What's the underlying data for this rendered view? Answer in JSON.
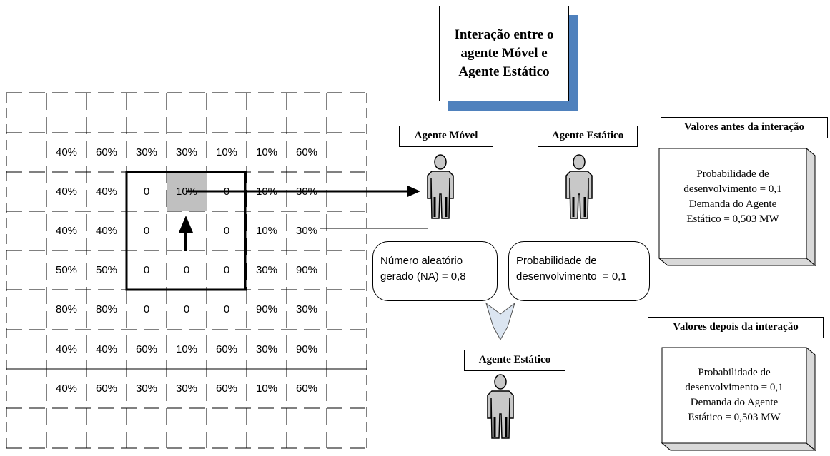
{
  "title": "Interação entre o agente Móvel e Agente Estático",
  "grid": {
    "rows": [
      [
        "40%",
        "60%",
        "30%",
        "30%",
        "10%",
        "10%",
        "60%"
      ],
      [
        "40%",
        "40%",
        "0",
        "10%",
        "0",
        "10%",
        "30%"
      ],
      [
        "40%",
        "40%",
        "0",
        "",
        "0",
        "10%",
        "30%"
      ],
      [
        "50%",
        "50%",
        "0",
        "0",
        "0",
        "30%",
        "90%"
      ],
      [
        "80%",
        "80%",
        "0",
        "0",
        "0",
        "90%",
        "30%"
      ],
      [
        "40%",
        "40%",
        "60%",
        "10%",
        "60%",
        "30%",
        "90%"
      ],
      [
        "40%",
        "60%",
        "30%",
        "30%",
        "60%",
        "10%",
        "60%"
      ]
    ],
    "highlight_cell": {
      "row": 1,
      "col": 3
    },
    "highlight_color": "#c0c0c0"
  },
  "agents": {
    "mobile_label": "Agente Móvel",
    "static_label": "Agente Estático",
    "result_label": "Agente Estático"
  },
  "bubbles": {
    "random": [
      "Número aleatório",
      "gerado (NA) = 0,8"
    ],
    "probability": [
      "Probabilidade de",
      "desenvolvimento  = 0,1"
    ]
  },
  "before": {
    "header": "Valores antes da interação",
    "lines": [
      "Probabilidade de",
      "desenvolvimento = 0,1",
      "Demanda do Agente",
      "Estático = 0,503 MW"
    ]
  },
  "after": {
    "header": "Valores depois da interação",
    "lines": [
      "Probabilidade de",
      "desenvolvimento = 0,1",
      "Demanda do Agente",
      "Estático = 0,503 MW"
    ]
  },
  "colors": {
    "shadow": "#4f81bd",
    "person_fill": "#c8c8c8",
    "down_arrow": "#dbe5f1"
  }
}
